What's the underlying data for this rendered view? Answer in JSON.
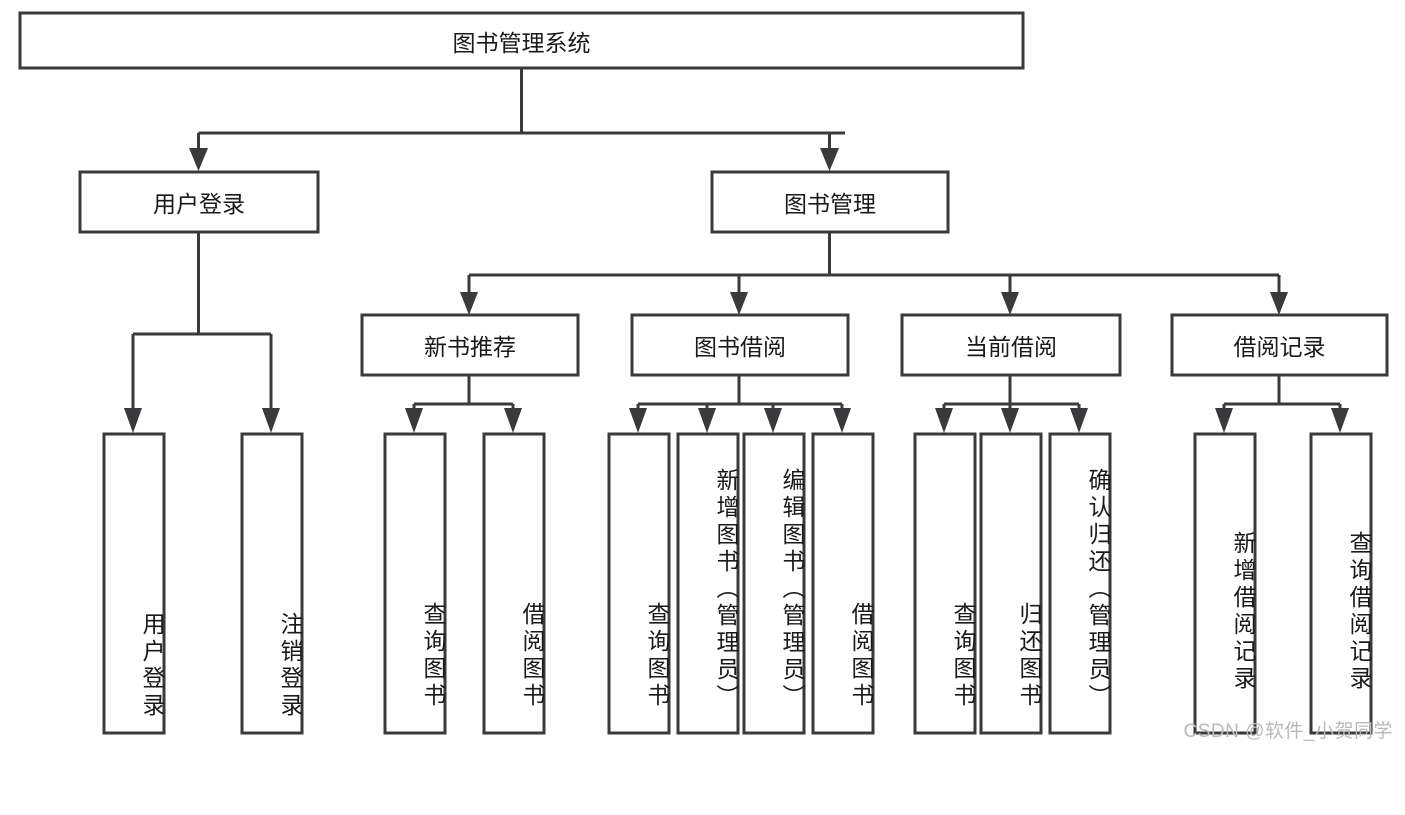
{
  "diagram": {
    "type": "tree",
    "title": "图书管理系统",
    "orientation": "top-down",
    "colors": {
      "box_fill": "#ffffff",
      "box_stroke": "#3a3a3c",
      "text": "#1a1a1a",
      "background": "#ffffff",
      "watermark": "#b9b9b9"
    },
    "watermark": "CSDN @软件_小贺同学",
    "nodes": {
      "root": {
        "label": "图书管理系统",
        "level": 1,
        "orientation": "horizontal"
      },
      "l2": [
        {
          "id": "user-login",
          "label": "用户登录",
          "level": 2,
          "orientation": "horizontal"
        },
        {
          "id": "book-manage",
          "label": "图书管理",
          "level": 2,
          "orientation": "horizontal"
        }
      ],
      "l3": [
        {
          "id": "new-book-recommend",
          "label": "新书推荐",
          "level": 3,
          "orientation": "horizontal",
          "parent": "book-manage"
        },
        {
          "id": "book-borrow",
          "label": "图书借阅",
          "level": 3,
          "orientation": "horizontal",
          "parent": "book-manage"
        },
        {
          "id": "current-borrow",
          "label": "当前借阅",
          "level": 3,
          "orientation": "horizontal",
          "parent": "book-manage"
        },
        {
          "id": "borrow-record",
          "label": "借阅记录",
          "level": 3,
          "orientation": "horizontal",
          "parent": "book-manage"
        }
      ],
      "leaves": [
        {
          "id": "leaf-user-login",
          "label": "用户登录",
          "parent": "user-login",
          "orientation": "vertical"
        },
        {
          "id": "leaf-user-logout",
          "label": "注销登录",
          "parent": "user-login",
          "orientation": "vertical"
        },
        {
          "id": "leaf-query-book-1",
          "label": "查询图书",
          "parent": "new-book-recommend",
          "orientation": "vertical"
        },
        {
          "id": "leaf-borrow-book-1",
          "label": "借阅图书",
          "parent": "new-book-recommend",
          "orientation": "vertical"
        },
        {
          "id": "leaf-query-book-2",
          "label": "查询图书",
          "parent": "book-borrow",
          "orientation": "vertical"
        },
        {
          "id": "leaf-add-book",
          "label": "新增图书（管理员）",
          "parent": "book-borrow",
          "orientation": "vertical"
        },
        {
          "id": "leaf-edit-book",
          "label": "编辑图书（管理员）",
          "parent": "book-borrow",
          "orientation": "vertical"
        },
        {
          "id": "leaf-borrow-book-2",
          "label": "借阅图书",
          "parent": "book-borrow",
          "orientation": "vertical"
        },
        {
          "id": "leaf-query-book-3",
          "label": "查询图书",
          "parent": "current-borrow",
          "orientation": "vertical"
        },
        {
          "id": "leaf-return-book",
          "label": "归还图书",
          "parent": "current-borrow",
          "orientation": "vertical"
        },
        {
          "id": "leaf-confirm-return",
          "label": "确认归还（管理员）",
          "parent": "current-borrow",
          "orientation": "vertical"
        },
        {
          "id": "leaf-add-record",
          "label": "新增借阅记录",
          "parent": "borrow-record",
          "orientation": "vertical"
        },
        {
          "id": "leaf-query-record",
          "label": "查询借阅记录",
          "parent": "borrow-record",
          "orientation": "vertical"
        }
      ]
    }
  }
}
